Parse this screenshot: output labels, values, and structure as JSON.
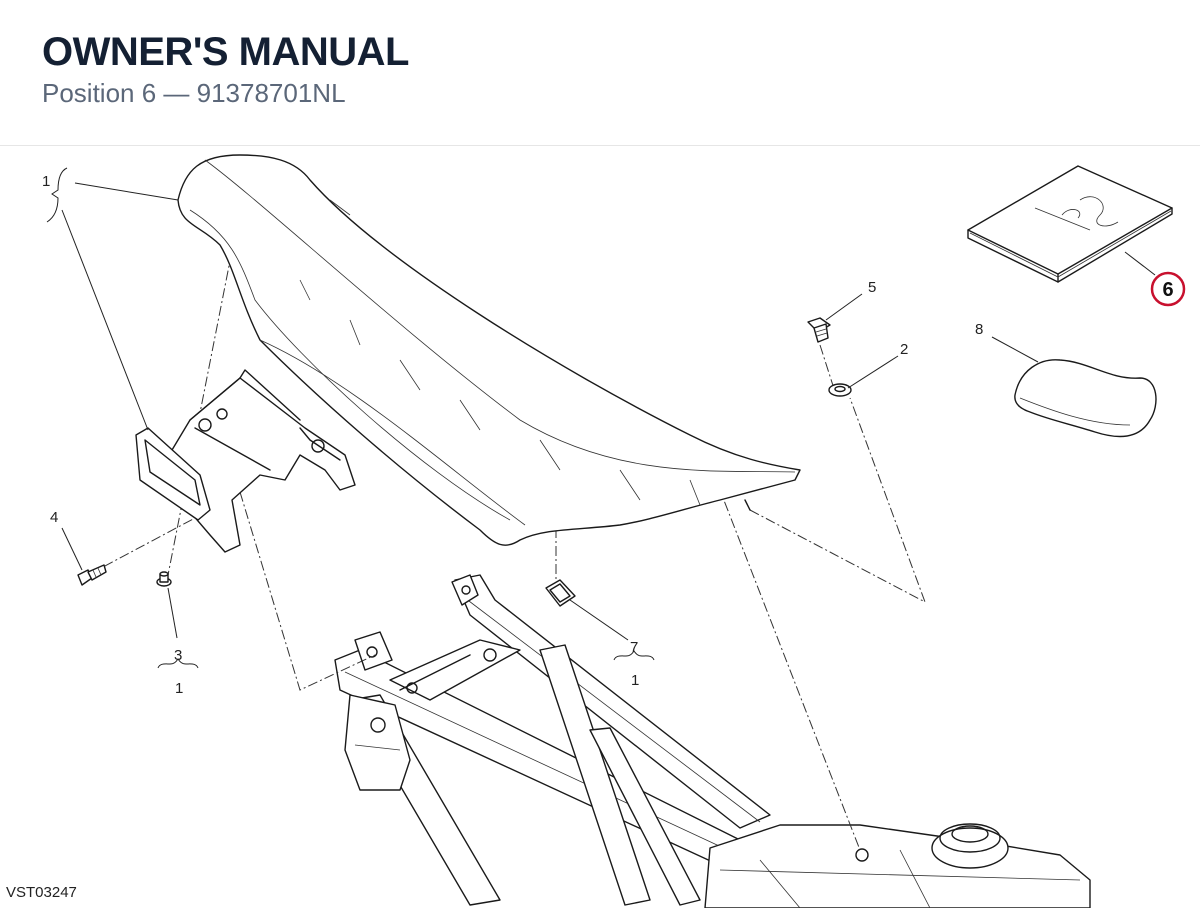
{
  "header": {
    "title": "OWNER'S MANUAL",
    "subtitle": "Position 6 — 91378701NL"
  },
  "callouts": {
    "c1": "1",
    "c2": "2",
    "c3": "3",
    "c3_group": "1",
    "c4": "4",
    "c5": "5",
    "c6": "6",
    "c7": "7",
    "c7_group": "1",
    "c8": "8"
  },
  "drawing_code": "VST03247",
  "colors": {
    "highlight": "#c8102e",
    "title": "#142033",
    "subtitle": "#5b6779"
  }
}
